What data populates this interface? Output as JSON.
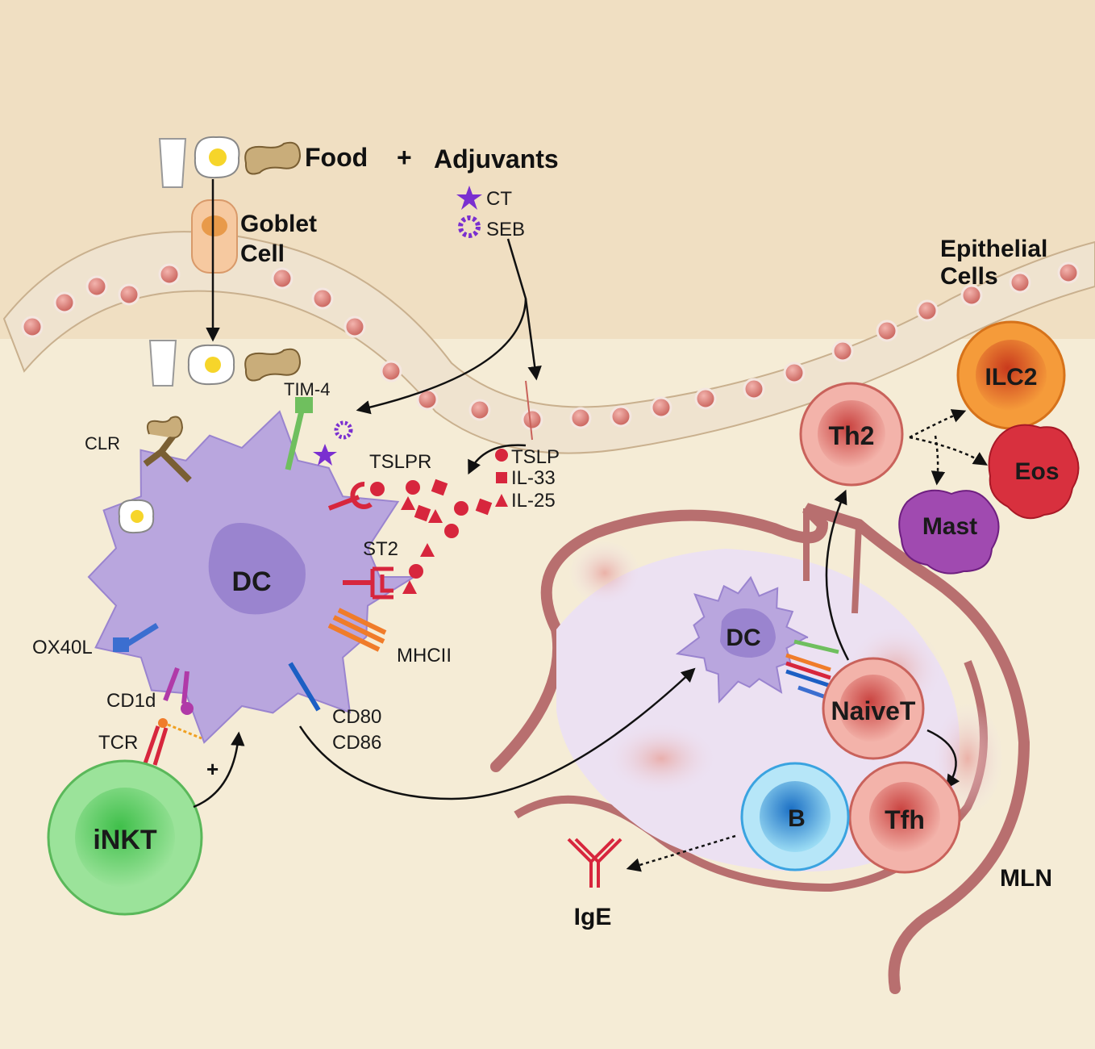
{
  "labels": {
    "food": "Food",
    "plus": "+",
    "adjuvants": "Adjuvants",
    "ct": "CT",
    "seb": "SEB",
    "goblet_line1": "Goblet",
    "goblet_line2": "Cell",
    "epithelial_line1": "Epithelial",
    "epithelial_line2": "Cells",
    "tim4": "TIM-4",
    "clr": "CLR",
    "tslpr": "TSLPR",
    "tslp": "TSLP",
    "il33": "IL-33",
    "il25": "IL-25",
    "st2": "ST2",
    "ox40l": "OX40L",
    "mhcii": "MHCII",
    "cd1d": "CD1d",
    "tcr": "TCR",
    "cd80": "CD80",
    "cd86": "CD86",
    "inkt_plus": "+",
    "ige": "IgE",
    "mln": "MLN"
  },
  "cells": {
    "dc_main": "DC",
    "dc_mln": "DC",
    "inkt": "iNKT",
    "th2": "Th2",
    "ilc2": "ILC2",
    "eos": "Eos",
    "mast": "Mast",
    "naive_t": "NaiveT",
    "tfh": "Tfh",
    "b_cell": "B"
  },
  "colors": {
    "background": "#f5ecd6",
    "epithelium": "#efe3cf",
    "nucleus": "#d97a72",
    "dc": "#b9a6de",
    "dc_nucleus": "#9a84cf",
    "inkt": "#6fcf6a",
    "th2": "#e08a80",
    "ilc2": "#f08a2a",
    "eos": "#d8303e",
    "mast": "#a04ab0",
    "b_cell": "#3aa3e0",
    "cytokine": "#d7263d",
    "adjuvant": "#7a2fd0",
    "mln_wall": "#b86f6f",
    "mln_fill": "#ece1f2"
  },
  "icons": [
    "milk-glass-icon",
    "fried-egg-icon",
    "peanut-icon",
    "star-icon",
    "gear-icon"
  ]
}
